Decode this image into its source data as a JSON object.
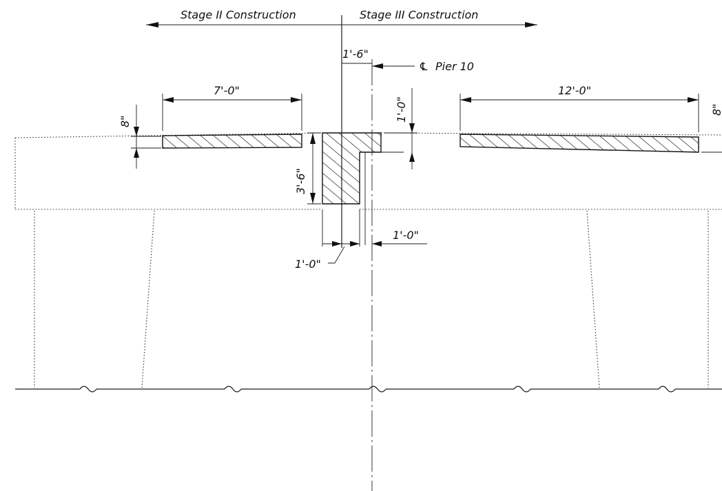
{
  "labels": {
    "stage2": "Stage II Construction",
    "stage3": "Stage III Construction",
    "pier": "Pier 10",
    "centerline_symbol": "℄"
  },
  "dimensions": {
    "top_offset": "1'-6\"",
    "left_slab_width": "7'-0\"",
    "right_slab_width": "12'-0\"",
    "slab_depth": "8\"",
    "closure_top_depth": "1'-0\"",
    "closure_depth": "3'-6\"",
    "bottom_right_offset": "1'-0\"",
    "bottom_left_offset": "1'-0\"",
    "right_edge_partial": "8\""
  }
}
